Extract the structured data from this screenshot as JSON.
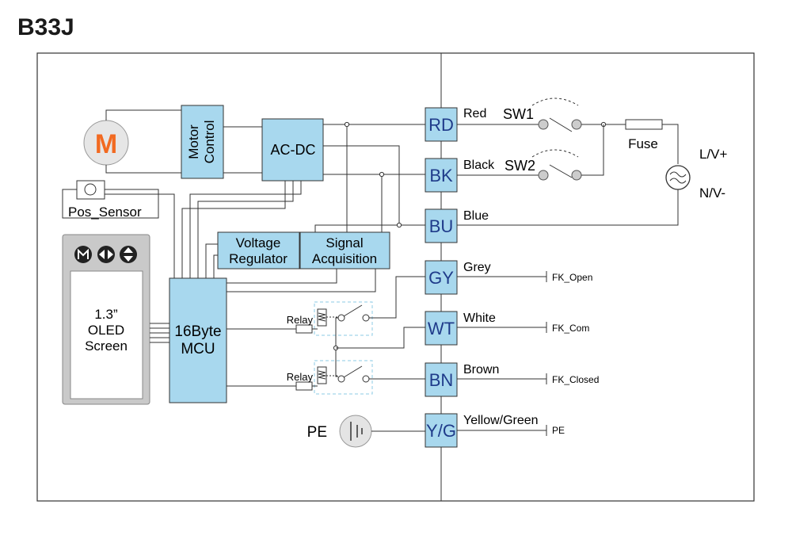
{
  "title": "B33J",
  "motor_icon": {
    "letter": "M"
  },
  "blocks": {
    "motor_control": [
      "Motor",
      "Control"
    ],
    "ac_dc": "AC-DC",
    "voltage_regulator": [
      "Voltage",
      "Regulator"
    ],
    "signal_acquisition": [
      "Signal",
      "Acquisition"
    ],
    "mcu": [
      "16Byte",
      "MCU"
    ]
  },
  "pos_sensor": "Pos_Sensor",
  "oled": [
    "1.3”",
    "OLED",
    "Screen"
  ],
  "oled_buttons": [
    "menu-icon",
    "left-right-icon",
    "up-down-icon"
  ],
  "relays": [
    "Relay",
    "Relay"
  ],
  "pe_symbol": "PE",
  "terminals": [
    {
      "code": "RD",
      "wire": "Red"
    },
    {
      "code": "BK",
      "wire": "Black"
    },
    {
      "code": "BU",
      "wire": "Blue"
    },
    {
      "code": "GY",
      "wire": "Grey",
      "output": "FK_Open"
    },
    {
      "code": "WT",
      "wire": "White",
      "output": "FK_Com"
    },
    {
      "code": "BN",
      "wire": "Brown",
      "output": "FK_Closed"
    },
    {
      "code": "Y/G",
      "wire": "Yellow/Green",
      "output": "PE"
    }
  ],
  "switches": [
    "SW1",
    "SW2"
  ],
  "fuse": "Fuse",
  "supply": {
    "line": "L/V+",
    "neutral": "N/V-"
  },
  "colors": {
    "block_fill": "#a8d8ee",
    "terminal_text": "#1f3b8a",
    "motor_orange": "#f26a21",
    "line": "#333333"
  }
}
